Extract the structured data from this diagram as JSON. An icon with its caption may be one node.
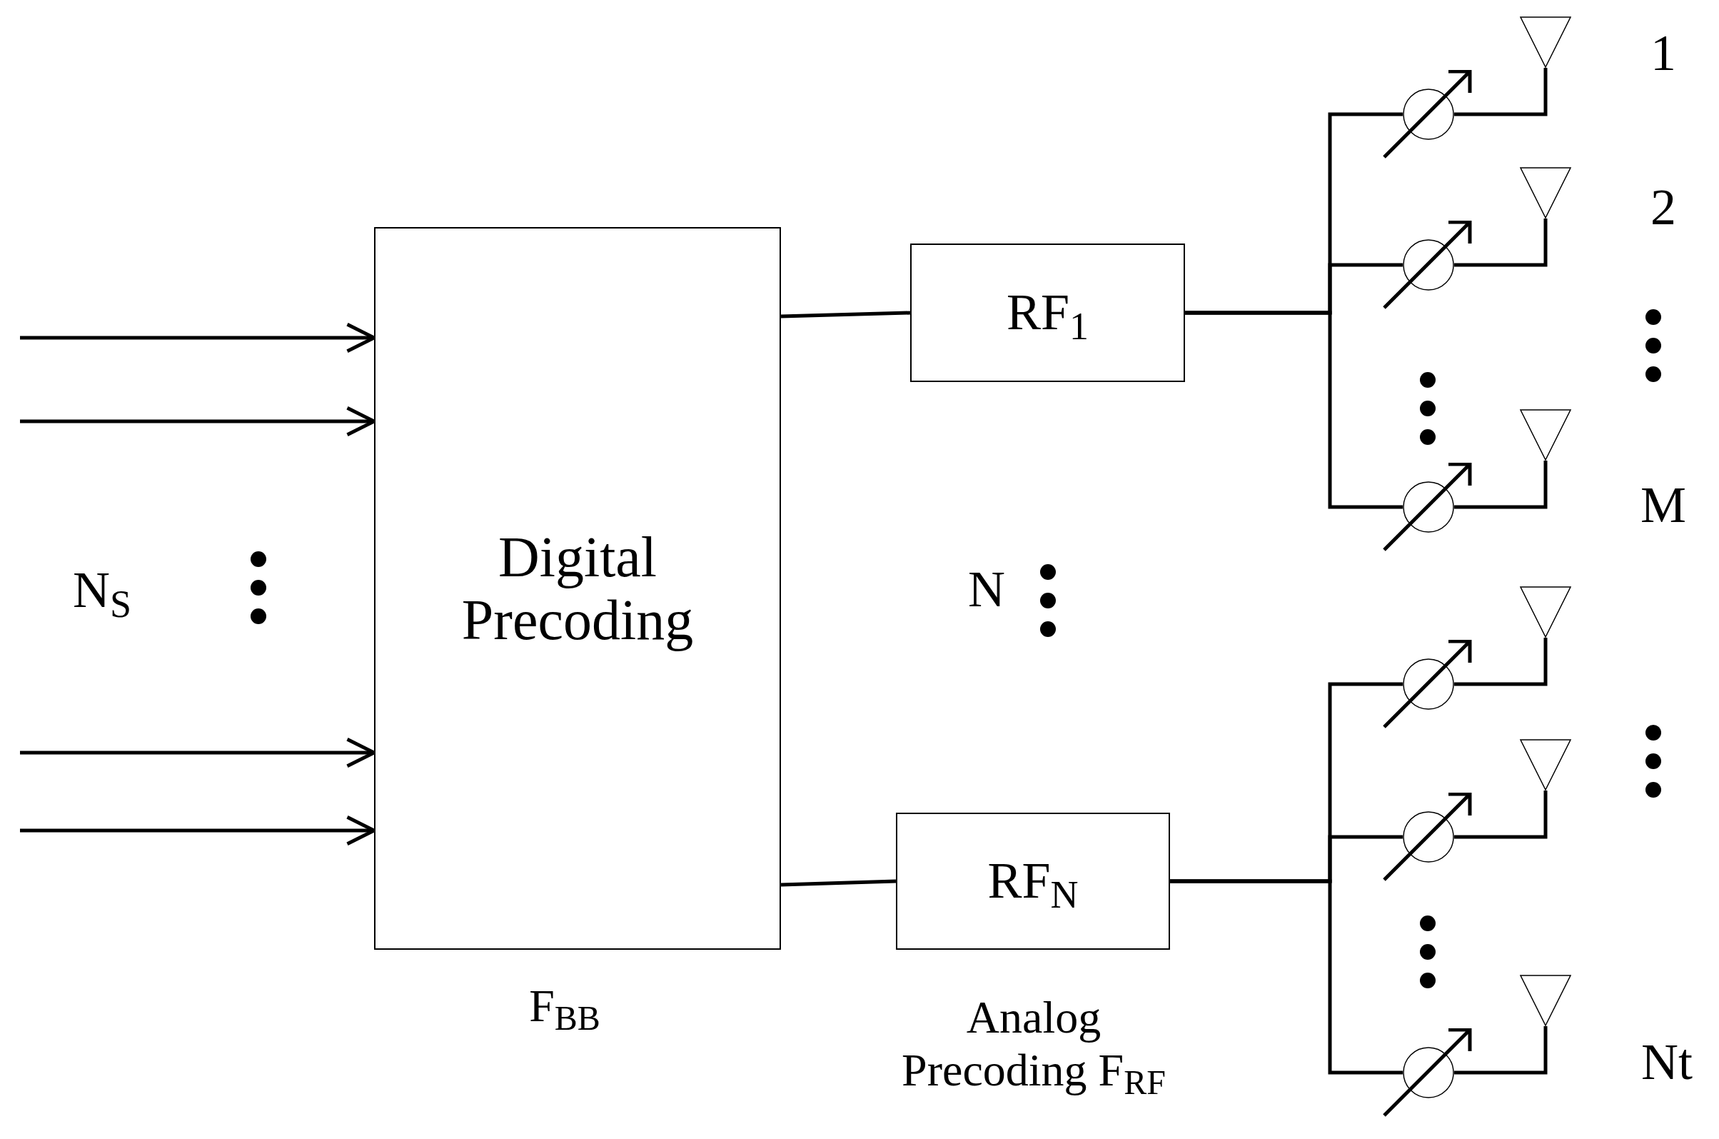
{
  "diagram": {
    "nodes": [
      {
        "text": [
          "Digital Precoding"
        ],
        "beside": [
          "F$_{BB}$"
        ]
      },
      {
        "text": [
          "RF$_{1}$"
        ]
      },
      {
        "text": [
          "RF$_{N}$"
        ],
        "beside": [
          "Analog Precoding F$_{RF}$"
        ]
      },
      {
        "text": [],
        "shape": "circle"
      },
      {
        "text": [],
        "shape": "circle"
      },
      {
        "text": [],
        "shape": "circle"
      },
      {
        "text": [],
        "shape": "circle"
      },
      {
        "text": [],
        "shape": "circle"
      },
      {
        "text": [],
        "shape": "circle"
      },
      {
        "text": [],
        "shape": "triangle"
      },
      {
        "text": [],
        "shape": "triangle"
      },
      {
        "text": [],
        "shape": "triangle"
      },
      {
        "text": [],
        "shape": "triangle"
      },
      {
        "text": [],
        "shape": "triangle"
      },
      {
        "text": [],
        "shape": "triangle"
      }
    ],
    "edges": [
      {
        "from": null,
        "to": 0,
        "arrow": "to"
      },
      {
        "from": null,
        "to": 0,
        "arrow": "to"
      },
      {
        "from": null,
        "to": 0,
        "arrow": "to"
      },
      {
        "from": null,
        "to": 0,
        "arrow": "to"
      },
      {
        "from": 0,
        "to": 1,
        "arrow": "none"
      },
      {
        "from": 0,
        "to": 2,
        "arrow": "none"
      },
      {
        "from": 1,
        "to": 3,
        "arrow": "none"
      },
      {
        "from": 1,
        "to": 4,
        "arrow": "none"
      },
      {
        "from": 1,
        "to": 5,
        "arrow": "none"
      },
      {
        "from": 2,
        "to": 6,
        "arrow": "none"
      },
      {
        "from": 2,
        "to": 7,
        "arrow": "none"
      },
      {
        "from": 2,
        "to": 8,
        "arrow": "none"
      },
      {
        "from": 3,
        "to": 9,
        "arrow": "none"
      },
      {
        "from": 4,
        "to": 10,
        "arrow": "none"
      },
      {
        "from": 5,
        "to": 11,
        "arrow": "none"
      },
      {
        "from": 6,
        "to": 12,
        "arrow": "none"
      },
      {
        "from": 7,
        "to": 13,
        "arrow": "none"
      },
      {
        "from": 8,
        "to": 14,
        "arrow": "none"
      }
    ],
    "labels": [
      "N$_{S}$",
      "N",
      "1",
      "2",
      "M",
      "Nt"
    ]
  }
}
